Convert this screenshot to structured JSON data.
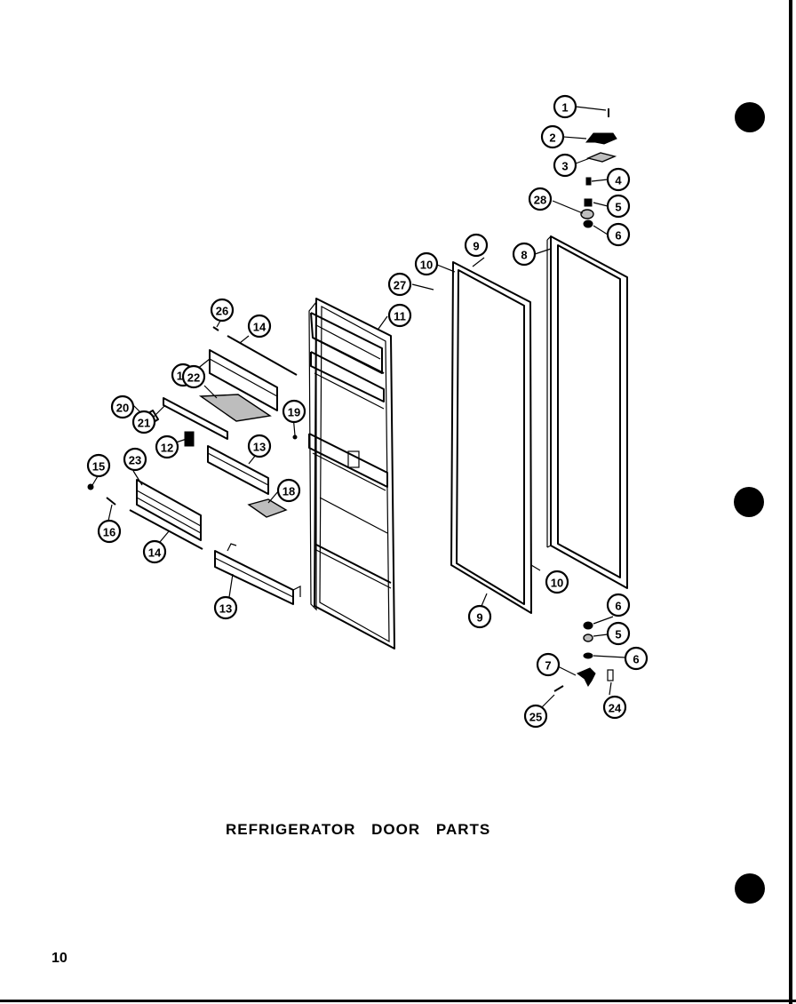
{
  "title": "REFRIGERATOR DOOR PARTS",
  "page_number": "10",
  "callouts": [
    "1",
    "2",
    "3",
    "4",
    "5",
    "6",
    "7",
    "8",
    "9",
    "10",
    "11",
    "12",
    "13",
    "14",
    "15",
    "16",
    "17",
    "18",
    "19",
    "20",
    "21",
    "22",
    "23",
    "24",
    "25",
    "26",
    "27",
    "28"
  ]
}
